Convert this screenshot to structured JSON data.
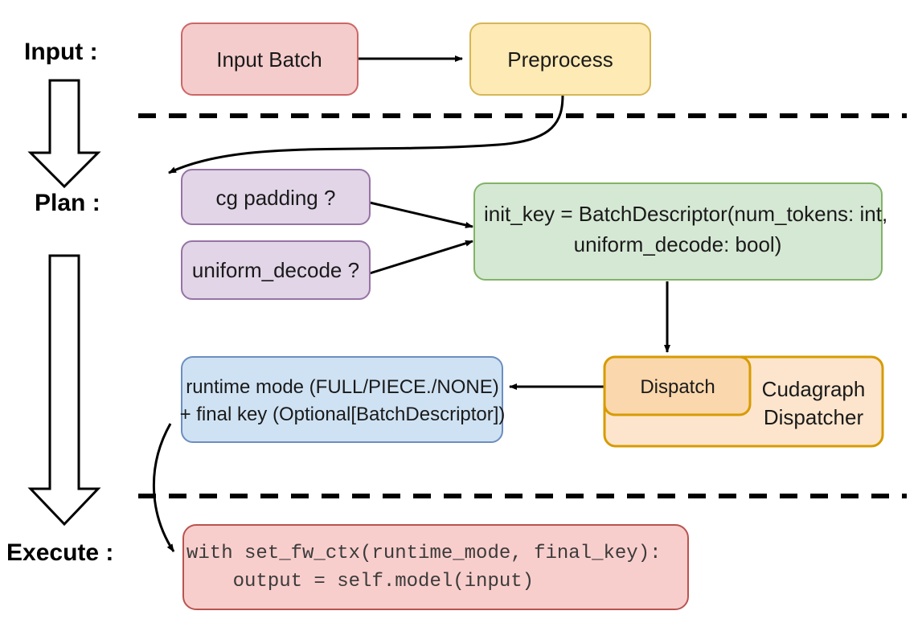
{
  "diagram": {
    "title": "vLLM cudagraph dispatch flow",
    "stages": [
      {
        "id": "input",
        "label": "Input :"
      },
      {
        "id": "plan",
        "label": "Plan :"
      },
      {
        "id": "execute",
        "label": "Execute :"
      }
    ],
    "nodes": {
      "input_batch": {
        "label": "Input Batch",
        "fill": "#f5cccc",
        "stroke": "#cc6666"
      },
      "preprocess": {
        "label": "Preprocess",
        "fill": "#fdeab4",
        "stroke": "#d6b656"
      },
      "cg_padding": {
        "label": "cg padding ?",
        "fill": "#e1d5e7",
        "stroke": "#9673a6"
      },
      "uniform_decode": {
        "label": "uniform_decode ?",
        "fill": "#e1d5e7",
        "stroke": "#9673a6"
      },
      "init_key": {
        "line1": "init_key = BatchDescriptor(num_tokens: int,",
        "line2": "uniform_decode: bool)",
        "fill": "#d5e8d4",
        "stroke": "#82b366"
      },
      "dispatch": {
        "label": "Dispatch",
        "fill": "#fad7ac",
        "stroke": "#d79b00"
      },
      "cudagraph_dispatcher": {
        "line1": "Cudagraph",
        "line2": "Dispatcher",
        "fill": "#fde5cd",
        "stroke": "#d79b00"
      },
      "runtime_mode": {
        "line1": "runtime mode (FULL/PIECE./NONE)",
        "line2": "+ final key (Optional[BatchDescriptor])",
        "fill": "#cfe2f3",
        "stroke": "#6c8ebf"
      },
      "execute_code": {
        "line1": "with set_fw_ctx(runtime_mode, final_key):",
        "line2": "    output = self.model(input)",
        "fill": "#f8cecc",
        "stroke": "#b85450"
      }
    },
    "separators": [
      {
        "id": "input-plan-divider"
      },
      {
        "id": "plan-execute-divider"
      }
    ],
    "flow_arrows": [
      {
        "id": "input-batch-to-preprocess"
      },
      {
        "id": "preprocess-to-cg-padding"
      },
      {
        "id": "cg-padding-to-init-key"
      },
      {
        "id": "uniform-decode-to-init-key"
      },
      {
        "id": "init-key-to-dispatch"
      },
      {
        "id": "dispatch-to-runtime-mode"
      },
      {
        "id": "runtime-mode-to-execute-code"
      }
    ],
    "stage_arrows": [
      {
        "id": "input-to-plan-block-arrow"
      },
      {
        "id": "plan-to-execute-block-arrow"
      }
    ]
  }
}
